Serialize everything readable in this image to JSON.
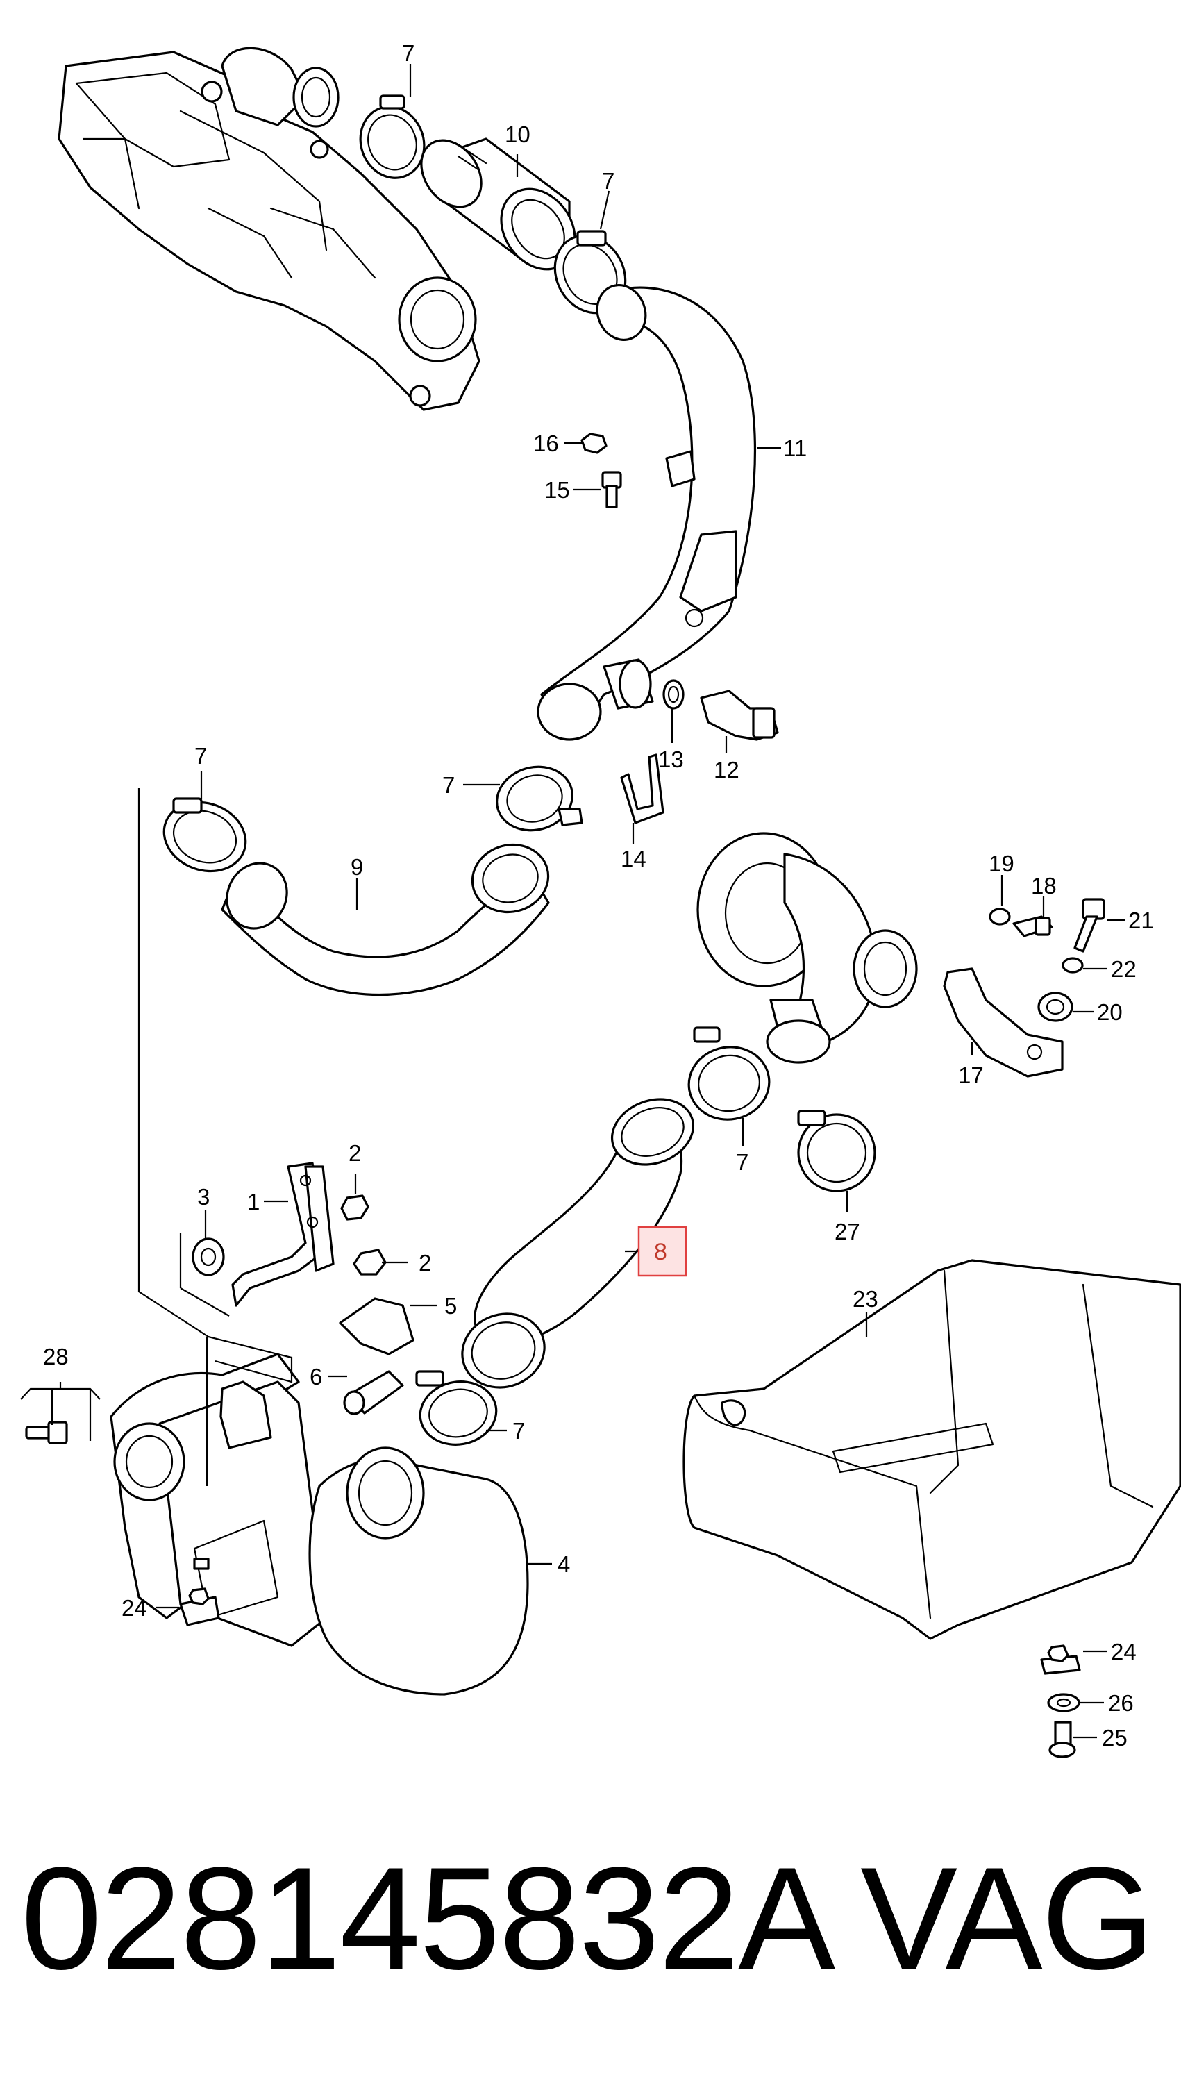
{
  "diagram": {
    "highlight_color": "#e04040",
    "callouts": [
      {
        "id": "c7a",
        "text": "7"
      },
      {
        "id": "c10",
        "text": "10"
      },
      {
        "id": "c7b",
        "text": "7"
      },
      {
        "id": "c11",
        "text": "11"
      },
      {
        "id": "c16",
        "text": "16"
      },
      {
        "id": "c15",
        "text": "15"
      },
      {
        "id": "c13",
        "text": "13"
      },
      {
        "id": "c12",
        "text": "12"
      },
      {
        "id": "c7c",
        "text": "7"
      },
      {
        "id": "c7d",
        "text": "7"
      },
      {
        "id": "c9",
        "text": "9"
      },
      {
        "id": "c14",
        "text": "14"
      },
      {
        "id": "c19",
        "text": "19"
      },
      {
        "id": "c18",
        "text": "18"
      },
      {
        "id": "c21",
        "text": "21"
      },
      {
        "id": "c22",
        "text": "22"
      },
      {
        "id": "c20",
        "text": "20"
      },
      {
        "id": "c17",
        "text": "17"
      },
      {
        "id": "c7e",
        "text": "7"
      },
      {
        "id": "c27",
        "text": "27"
      },
      {
        "id": "c8",
        "text": "8",
        "highlighted": true
      },
      {
        "id": "c2a",
        "text": "2"
      },
      {
        "id": "c3",
        "text": "3"
      },
      {
        "id": "c1",
        "text": "1"
      },
      {
        "id": "c2b",
        "text": "2"
      },
      {
        "id": "c5",
        "text": "5"
      },
      {
        "id": "c6",
        "text": "6"
      },
      {
        "id": "c7f",
        "text": "7"
      },
      {
        "id": "c28",
        "text": "28"
      },
      {
        "id": "c23",
        "text": "23"
      },
      {
        "id": "c4",
        "text": "4"
      },
      {
        "id": "c24a",
        "text": "24"
      },
      {
        "id": "c24b",
        "text": "24"
      },
      {
        "id": "c26",
        "text": "26"
      },
      {
        "id": "c25",
        "text": "25"
      }
    ]
  },
  "caption": {
    "part_number": "028145832A",
    "brand": "VAG"
  }
}
